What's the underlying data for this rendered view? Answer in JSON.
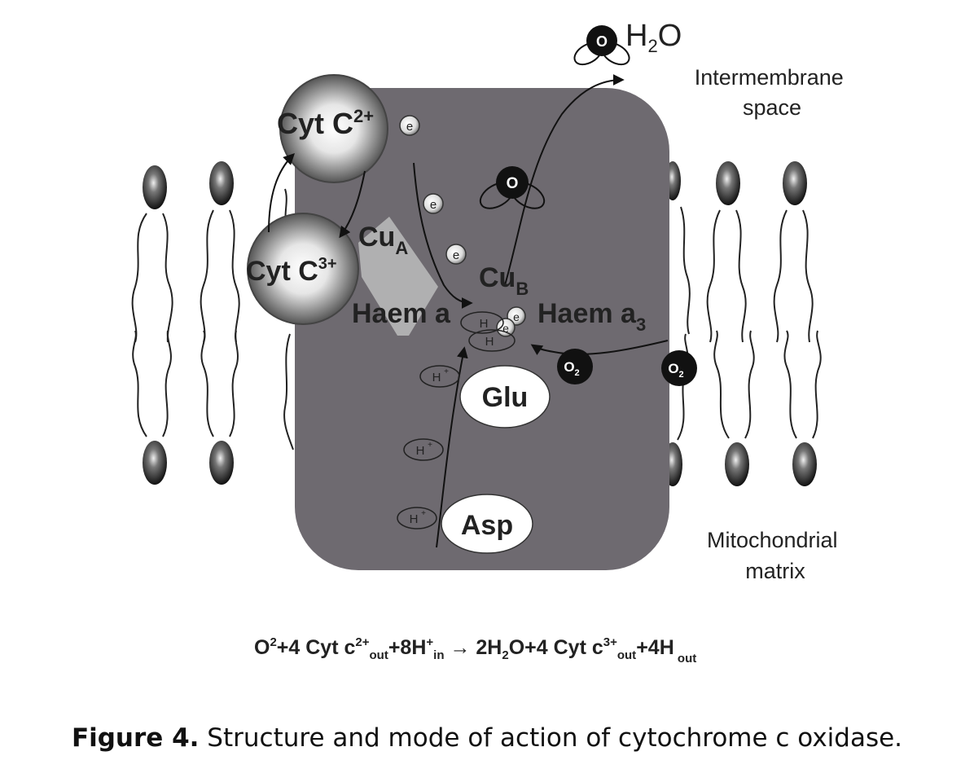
{
  "labels": {
    "h2o": "H",
    "h2o_sub": "2",
    "h2o_o": "O",
    "intermembrane_1": "Intermembrane",
    "intermembrane_2": "space",
    "matrix_1": "Mitochondrial",
    "matrix_2": "matrix",
    "cytc2_main": "Cyt C",
    "cytc2_sup": "2+",
    "cytc3_main": "Cyt C",
    "cytc3_sup": "3+",
    "cua_main": "Cu",
    "cua_sub": "A",
    "cub_main": "Cu",
    "cub_sub": "B",
    "haem_a": "Haem a",
    "haem_a3_main": "Haem a",
    "haem_a3_sub": "3",
    "glu": "Glu",
    "asp": "Asp",
    "electron": "e",
    "oxygen_atom": "O",
    "o2_main": "O",
    "o2_sub": "2",
    "proton": "H",
    "proton_sup": "+"
  },
  "equation": {
    "o2": "O",
    "o2_sup": "2",
    "part1": "+4 Cyt c",
    "sup_2plus": "2+",
    "sub_out": "out",
    "part2": "+8H",
    "sup_plus": "+",
    "sub_in": "in",
    "arrow": " → ",
    "part3": "2H",
    "sub_2": "2",
    "part4": "O+4 Cyt c",
    "sup_3plus": "3+",
    "part5": "+4H",
    "sub_out_last": " out"
  },
  "caption": {
    "label": "Figure 4.",
    "text": " Structure and mode of action of cytochrome c oxidase."
  },
  "colors": {
    "protein": "#6e6a70",
    "dark": "#111111",
    "membrane_line": "#222222"
  }
}
